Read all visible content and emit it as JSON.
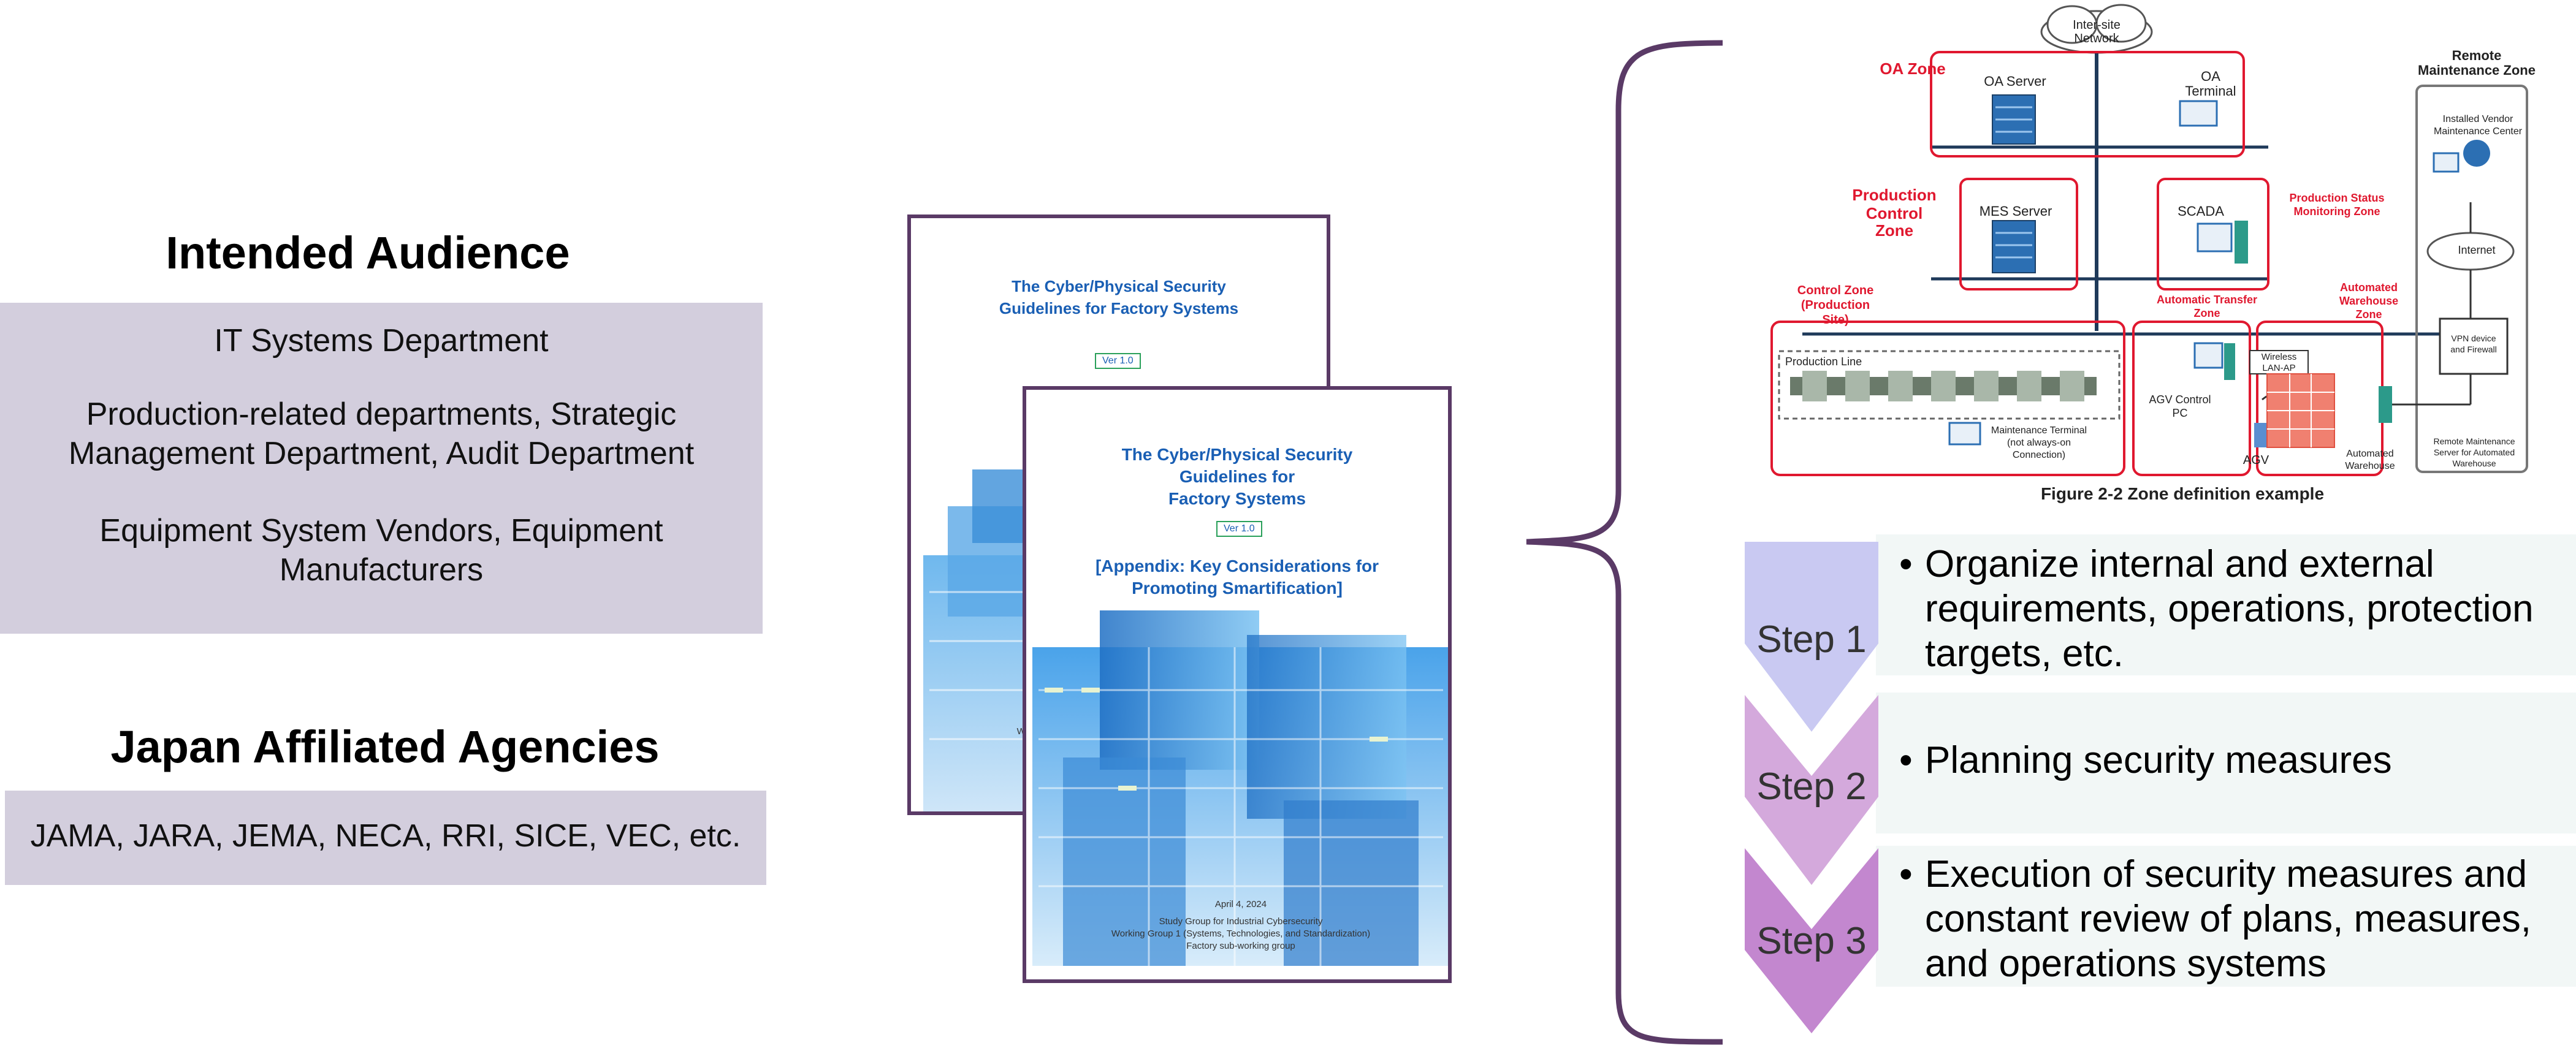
{
  "audience": {
    "heading": "Intended Audience",
    "items": [
      "IT Systems Department",
      "Production-related departments, Strategic",
      "Management Department, Audit Department",
      "Equipment System Vendors, Equipment",
      "Manufacturers"
    ]
  },
  "agencies": {
    "heading": "Japan Affiliated Agencies",
    "text": "JAMA, JARA, JEMA, NECA, RRI, SICE, VEC, etc."
  },
  "doc_back": {
    "title_l1": "The Cyber/Physical Security",
    "title_l2": "Guidelines for Factory Systems",
    "version": "Ver 1.0",
    "footer": "Working"
  },
  "doc_front": {
    "title_l1": "The Cyber/Physical Security",
    "title_l2": "Guidelines for",
    "title_l3": "Factory Systems",
    "version": "Ver 1.0",
    "appendix_l1": "[Appendix: Key Considerations for",
    "appendix_l2": "Promoting Smartification]",
    "date": "April 4, 2024",
    "org_l1": "Study Group for Industrial Cybersecurity",
    "org_l2": "Working Group 1 (Systems, Technologies, and Standardization)",
    "org_l3": "Factory sub-working group"
  },
  "diagram": {
    "network": [
      "Inter-site",
      "Network"
    ],
    "oa_zone": "OA Zone",
    "oa_server": "OA Server",
    "oa_terminal": [
      "OA",
      "Terminal"
    ],
    "remote_zone": [
      "Remote",
      "Maintenance Zone"
    ],
    "vendor": [
      "Installed Vendor",
      "Maintenance Center"
    ],
    "internet": "Internet",
    "production_control_zone": [
      "Production",
      "Control Zone"
    ],
    "mes_server": "MES Server",
    "scada": "SCADA",
    "production_status_zone": [
      "Production Status",
      "Monitoring Zone"
    ],
    "control_zone": [
      "Control Zone",
      "(Production Site)"
    ],
    "auto_transfer_zone": [
      "Automatic Transfer",
      "Zone"
    ],
    "auto_warehouse_zone": [
      "Automated",
      "Warehouse",
      "Zone"
    ],
    "vpn": [
      "VPN device",
      "and Firewall"
    ],
    "production_line": "Production Line",
    "wireless": [
      "Wireless",
      "LAN-AP"
    ],
    "maintenance_terminal": [
      "Maintenance Terminal",
      "(not always-on",
      "Connection)"
    ],
    "agv_control": [
      "AGV Control",
      "PC"
    ],
    "agv": "AGV",
    "automated_warehouse": [
      "Automated",
      "Warehouse"
    ],
    "remote_server": [
      "Remote Maintenance",
      "Server for Automated",
      "Warehouse"
    ],
    "caption": "Figure 2-2 Zone definition example"
  },
  "steps": [
    {
      "label": "Step 1",
      "lines": [
        "Organize internal and external",
        "requirements, operations, protection",
        "targets, etc."
      ]
    },
    {
      "label": "Step 2",
      "lines": [
        "Planning security measures"
      ]
    },
    {
      "label": "Step 3",
      "lines": [
        "Execution of security measures and",
        "constant review of plans, measures,",
        "and operations systems"
      ]
    }
  ],
  "colors": {
    "box_fill": "#d3cedd",
    "frame": "#5a3a66",
    "step1": "#c9c9f2",
    "step2": "#d4a9dc",
    "step3": "#c387cf",
    "zone_red": "#e0182f",
    "title_blue": "#1a5fb4"
  }
}
